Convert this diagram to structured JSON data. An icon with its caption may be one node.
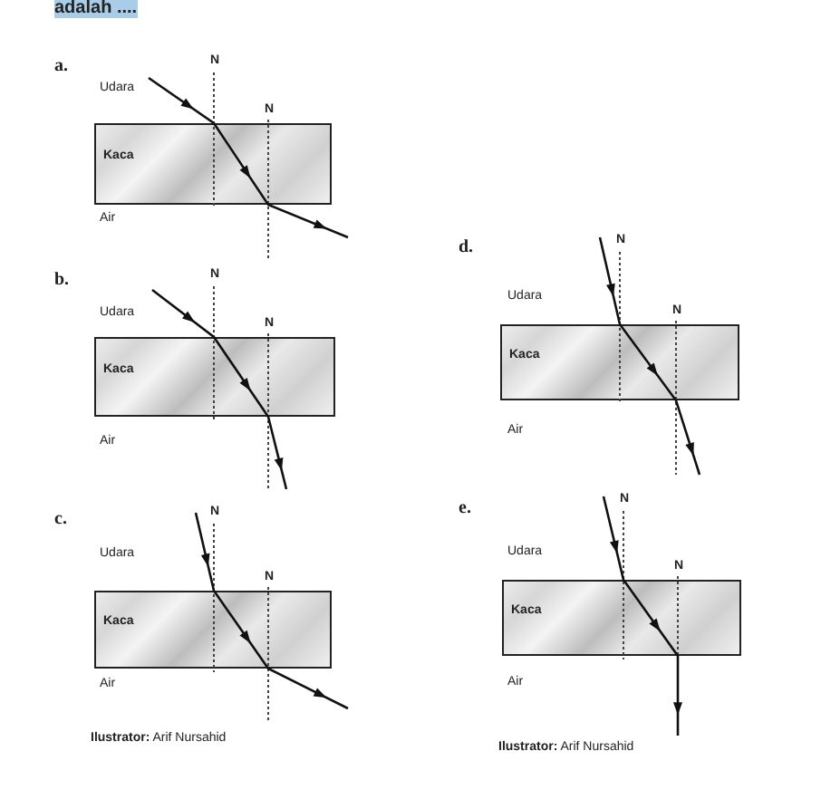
{
  "diagram": {
    "nodes": [
      {
        "text": [
          "Kaca"
        ]
      },
      {
        "text": [
          "Kaca"
        ]
      },
      {
        "text": [
          "Kaca"
        ]
      },
      {
        "text": [
          "Kaca"
        ]
      },
      {
        "text": [
          "Kaca"
        ]
      }
    ],
    "labels": [
      "adalah ....",
      "a.",
      "N",
      "Udara",
      "N",
      "Air",
      "b.",
      "N",
      "Udara",
      "N",
      "Air",
      "c.",
      "N",
      "Udara",
      "N",
      "Air",
      "**Ilustrator:** Arif Nursahid",
      "d.",
      "N",
      "Udara",
      "N",
      "Air",
      "e.",
      "N",
      "Udara",
      "N",
      "Air",
      "**Ilustrator:** Arif Nursahid"
    ]
  }
}
